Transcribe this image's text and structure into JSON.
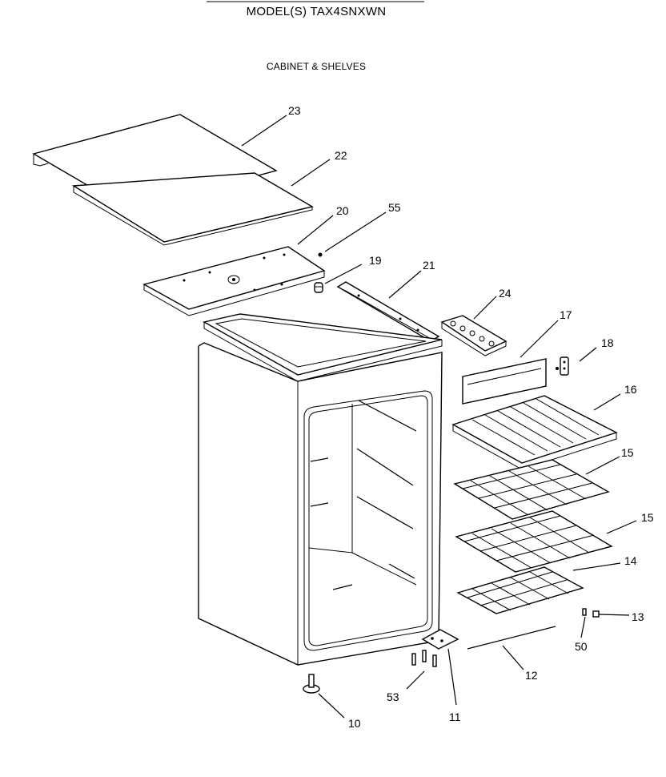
{
  "header": {
    "model_title": "MODEL(S) TAX4SNXWN",
    "subtitle": "CABINET & SHELVES"
  },
  "callouts": [
    {
      "id": "23",
      "label": "23"
    },
    {
      "id": "22",
      "label": "22"
    },
    {
      "id": "20",
      "label": "20"
    },
    {
      "id": "55",
      "label": "55"
    },
    {
      "id": "19",
      "label": "19"
    },
    {
      "id": "21",
      "label": "21"
    },
    {
      "id": "24",
      "label": "24"
    },
    {
      "id": "17",
      "label": "17"
    },
    {
      "id": "18",
      "label": "18"
    },
    {
      "id": "16",
      "label": "16"
    },
    {
      "id": "15a",
      "label": "15"
    },
    {
      "id": "15b",
      "label": "15"
    },
    {
      "id": "14",
      "label": "14"
    },
    {
      "id": "13",
      "label": "13"
    },
    {
      "id": "50",
      "label": "50"
    },
    {
      "id": "12",
      "label": "12"
    },
    {
      "id": "11",
      "label": "11"
    },
    {
      "id": "53",
      "label": "53"
    },
    {
      "id": "10",
      "label": "10"
    }
  ]
}
